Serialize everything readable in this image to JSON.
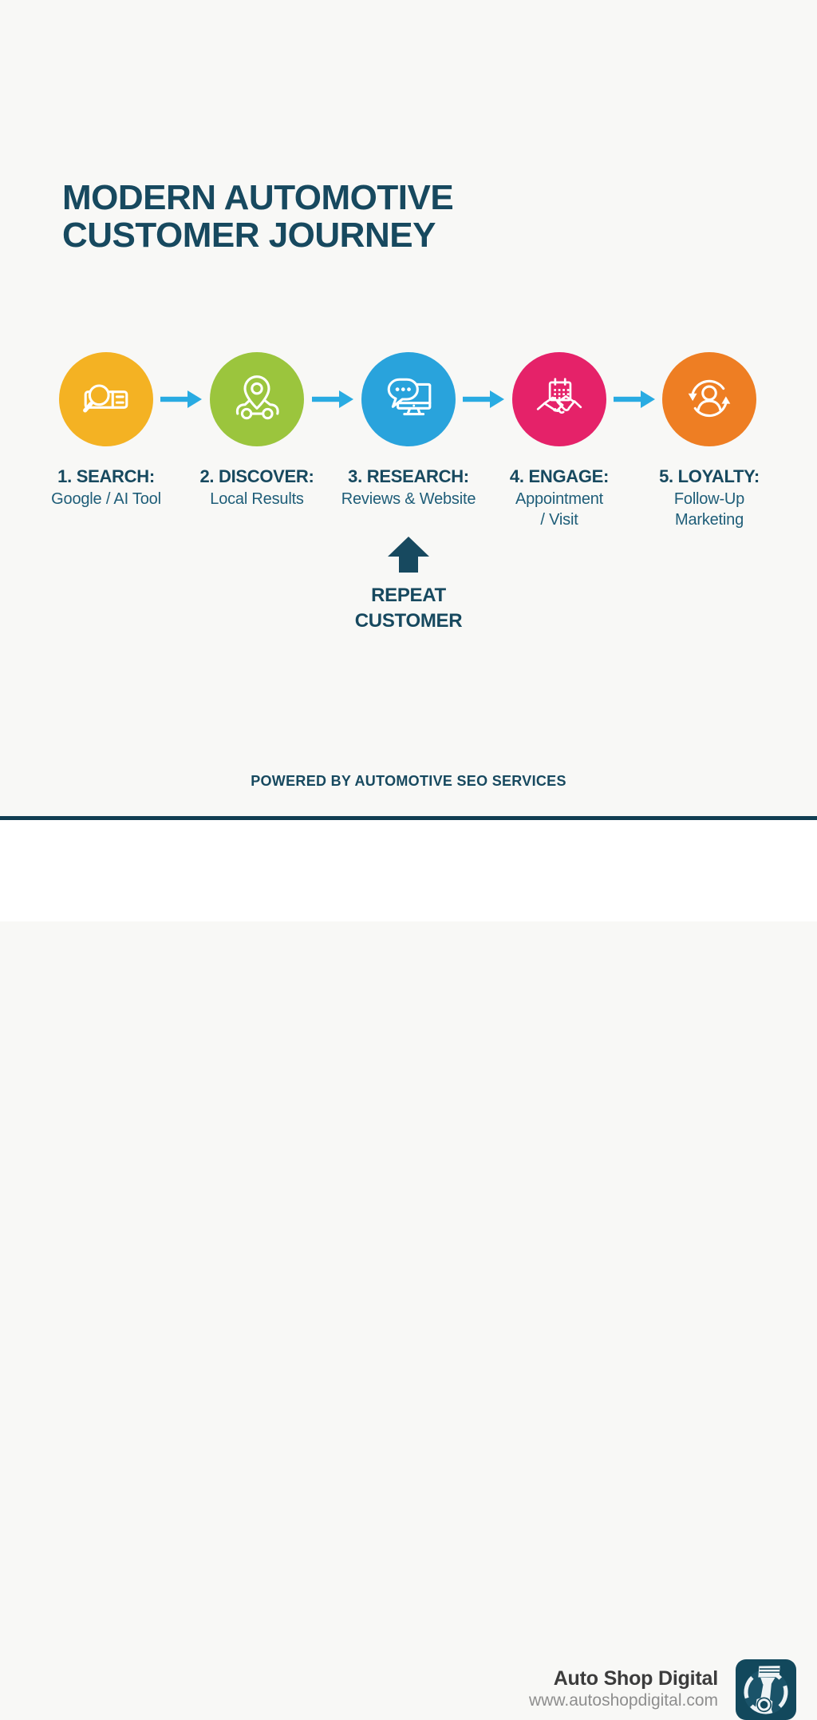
{
  "title": {
    "lines": [
      "MODERN AUTOMOTIVE",
      "CUSTOMER JOURNEY"
    ]
  },
  "journey": {
    "steps": [
      {
        "label": "1. SEARCH:",
        "sublines": [
          "Google / AI Tool",
          ""
        ],
        "color": "#f4b223",
        "icon": "search-magnifier-icon"
      },
      {
        "label": "2. DISCOVER:",
        "sublines": [
          "Local Results",
          ""
        ],
        "color": "#9bc53d",
        "icon": "car-location-pin-icon"
      },
      {
        "label": "3. RESEARCH:",
        "sublines": [
          "Reviews & Website",
          ""
        ],
        "color": "#29a3dc",
        "icon": "chat-monitor-icon"
      },
      {
        "label": "4. ENGAGE:",
        "sublines": [
          "Appointment",
          "/ Visit"
        ],
        "color": "#e52269",
        "icon": "calendar-handshake-icon"
      },
      {
        "label": "5. LOYALTY:",
        "sublines": [
          "Follow-Up",
          "Marketing"
        ],
        "color": "#ee7e23",
        "icon": "person-loyalty-loop-icon"
      }
    ]
  },
  "repeat": {
    "lines": [
      "REPEAT",
      "CUSTOMER"
    ]
  },
  "powered_by": "POWERED BY AUTOMOTIVE SEO SERVICES",
  "footer": {
    "brand_name": "Auto Shop Digital",
    "brand_url": "www.autoshopdigital.com",
    "logo": "piston-logo"
  },
  "colors": {
    "background": "#f8f8f6",
    "text_primary": "#17495f",
    "text_secondary": "#1e5d78",
    "arrow": "#29abe2",
    "divider": "#113e52",
    "footer_background": "#ffffff",
    "brand_name": "#3c3c3c",
    "brand_url": "#8e8e8e",
    "logo_background": "#12485c"
  }
}
